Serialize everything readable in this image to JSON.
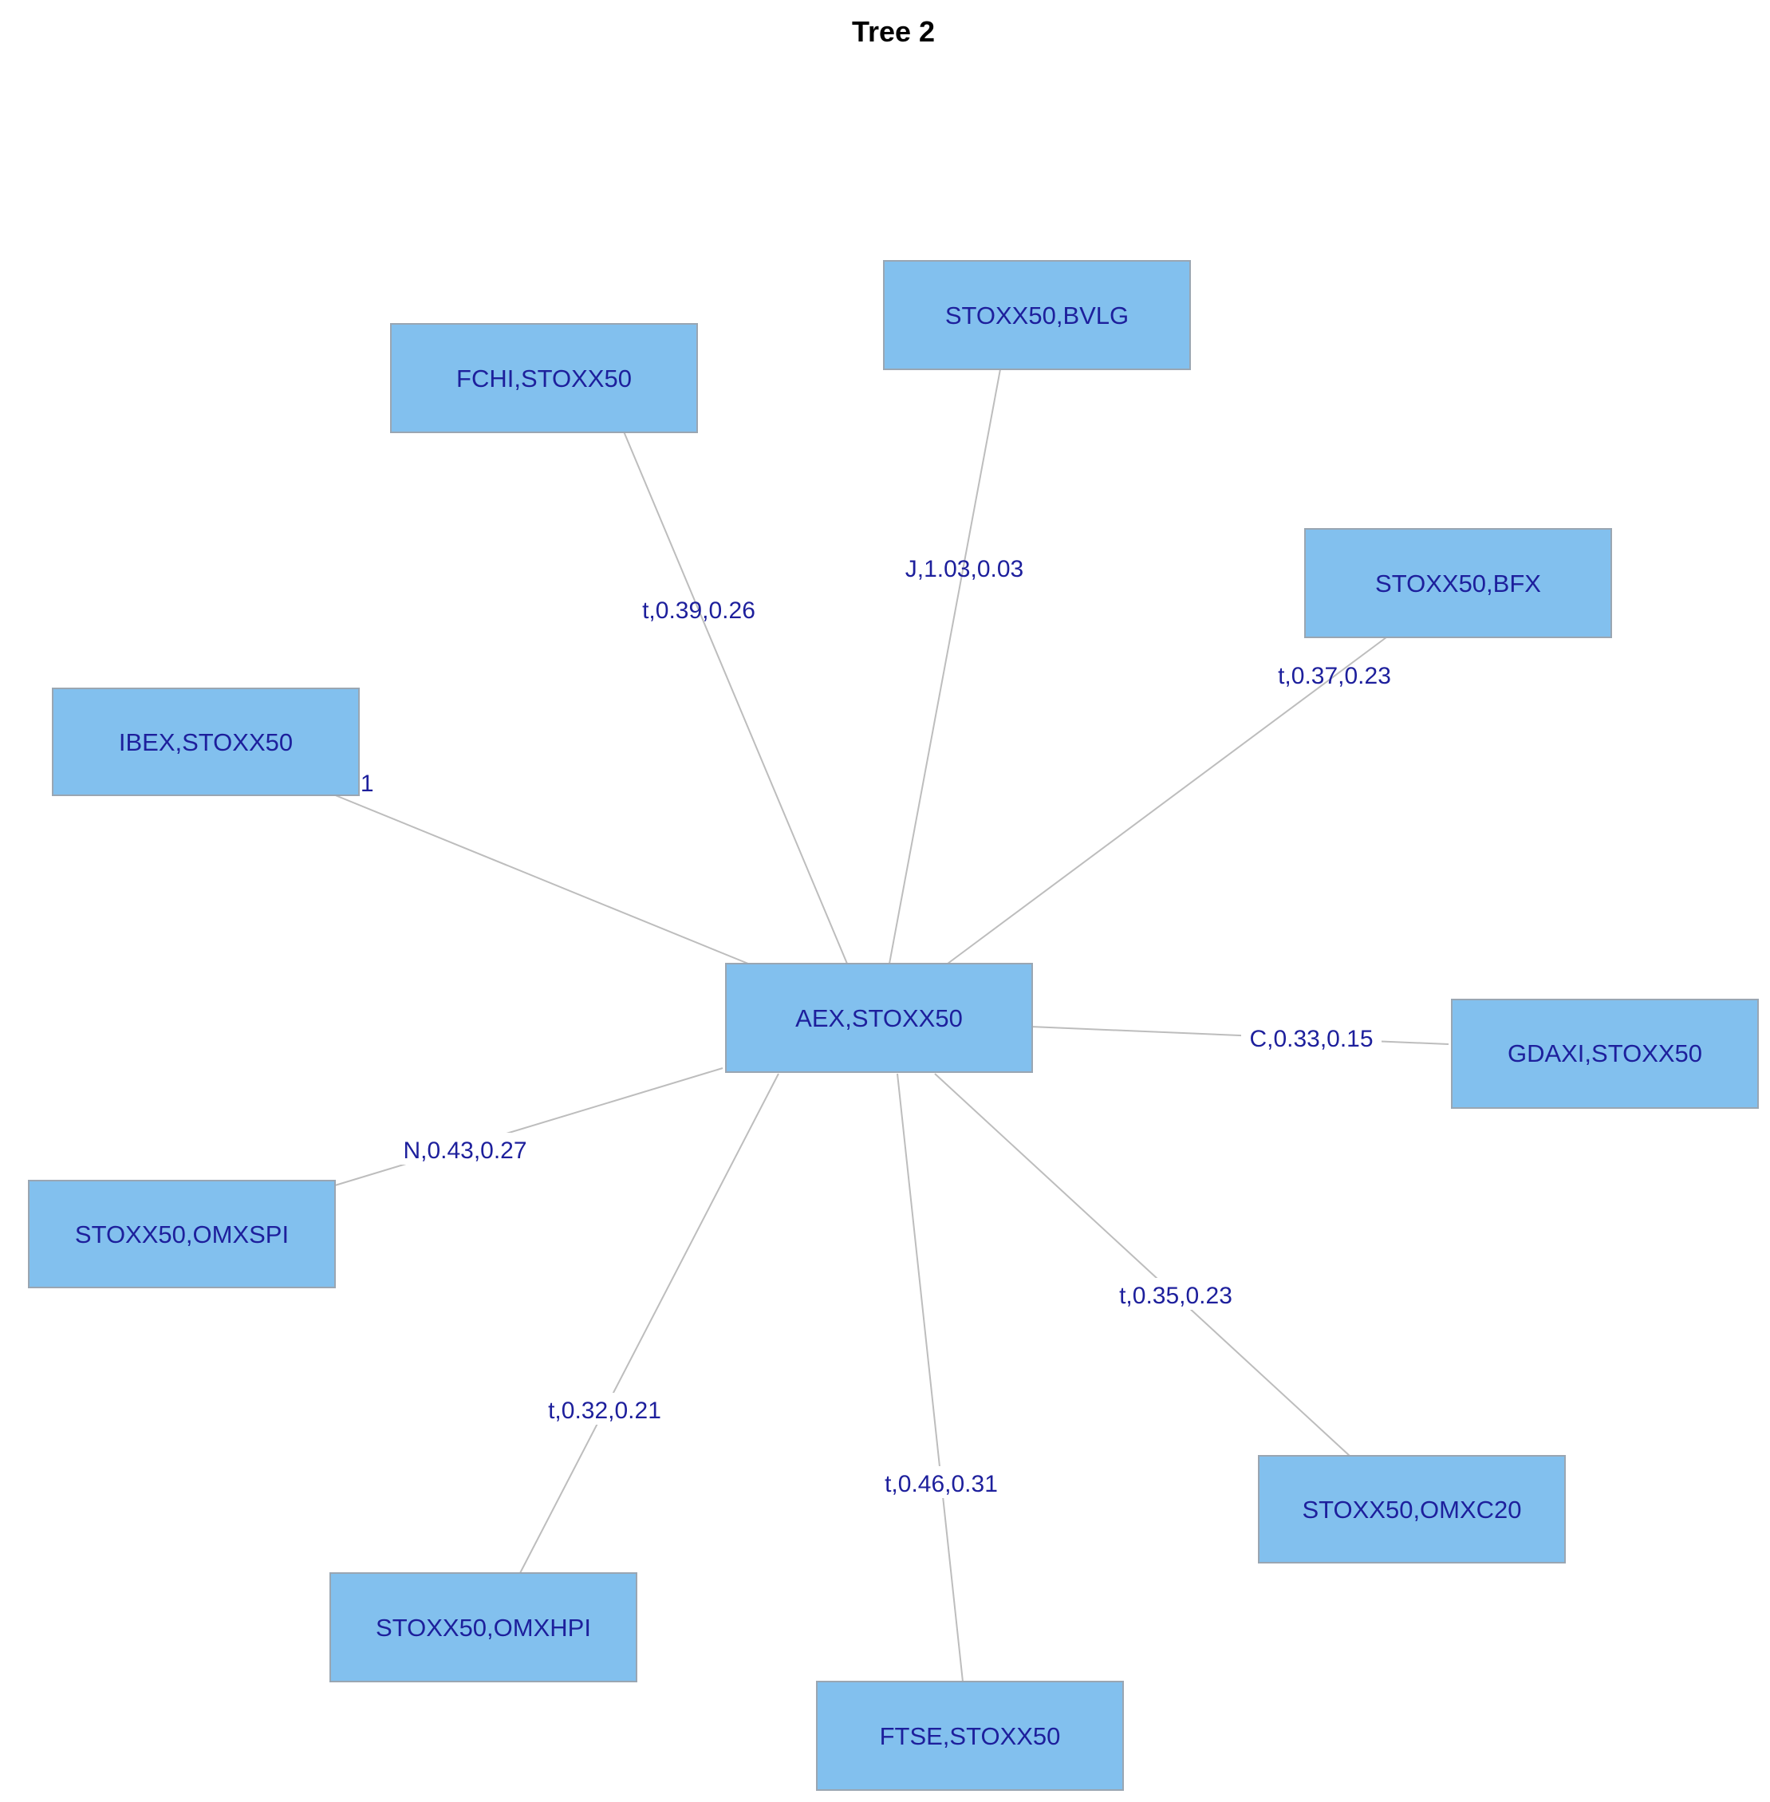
{
  "title": "Tree 2",
  "colors": {
    "node_fill": "#82c0ee",
    "node_border": "#9aa6b2",
    "label_text": "#1d1f9c",
    "edge": "#bdbdbd"
  },
  "nodes": [
    {
      "id": "center",
      "label": "AEX,STOXX50"
    },
    {
      "id": "fchi",
      "label": "FCHI,STOXX50"
    },
    {
      "id": "bvlg",
      "label": "STOXX50,BVLG"
    },
    {
      "id": "bfx",
      "label": "STOXX50,BFX"
    },
    {
      "id": "ibex",
      "label": "IBEX,STOXX50"
    },
    {
      "id": "gdaxi",
      "label": "GDAXI,STOXX50"
    },
    {
      "id": "omxspi",
      "label": "STOXX50,OMXSPI"
    },
    {
      "id": "omxc20",
      "label": "STOXX50,OMXC20"
    },
    {
      "id": "omxhpi",
      "label": "STOXX50,OMXHPI"
    },
    {
      "id": "ftse",
      "label": "FTSE,STOXX50"
    }
  ],
  "edges": [
    {
      "from": "center",
      "to": "fchi",
      "label": "t,0.39,0.26"
    },
    {
      "from": "center",
      "to": "bvlg",
      "label": "J,1.03,0.03"
    },
    {
      "from": "center",
      "to": "bfx",
      "label": "t,0.37,0.23"
    },
    {
      "from": "center",
      "to": "ibex",
      "label": ":1"
    },
    {
      "from": "center",
      "to": "gdaxi",
      "label": "C,0.33,0.15"
    },
    {
      "from": "center",
      "to": "omxspi",
      "label": "N,0.43,0.27"
    },
    {
      "from": "center",
      "to": "omxc20",
      "label": "t,0.35,0.23"
    },
    {
      "from": "center",
      "to": "omxhpi",
      "label": "t,0.32,0.21"
    },
    {
      "from": "center",
      "to": "ftse",
      "label": "t,0.46,0.31"
    }
  ]
}
